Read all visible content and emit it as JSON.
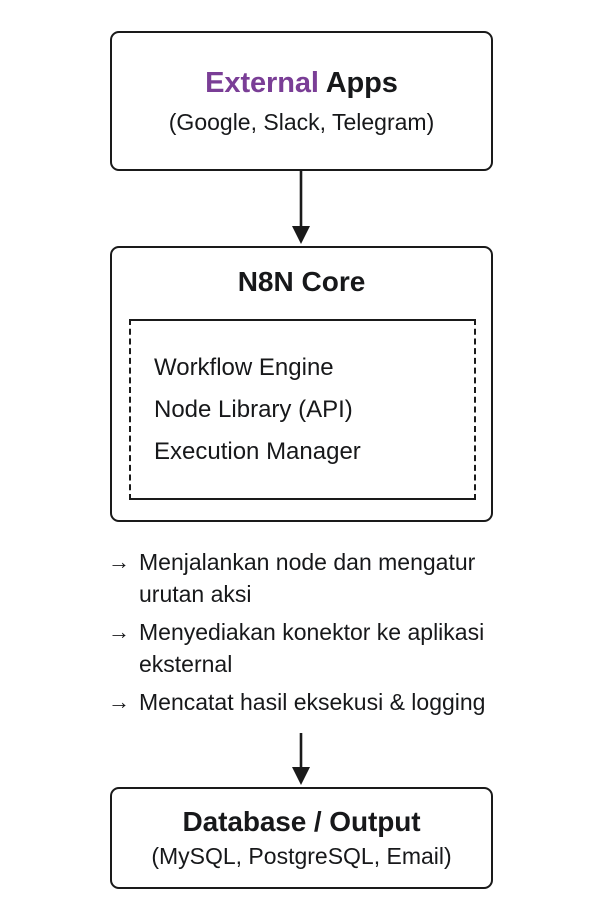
{
  "diagram": {
    "background_color": "#ffffff",
    "accent_color": "#7a3e96",
    "text_color": "#17181a",
    "stroke_color": "#1a1a1a"
  },
  "nodes": {
    "external_apps": {
      "title_accent": "External",
      "title_rest": " Apps",
      "subtitle": "(Google, Slack, Telegram)"
    },
    "n8n_core": {
      "title": "N8N Core",
      "components": [
        "Workflow Engine",
        "Node Library (API)",
        "Execution Manager"
      ]
    },
    "database_output": {
      "title": "Database / Output",
      "subtitle": "(MySQL, PostgreSQL, Email)"
    }
  },
  "features": {
    "marker": "→",
    "items": [
      "Menjalankan node dan mengatur urutan aksi",
      "Menyediakan konektor ke aplikasi eksternal",
      "Mencatat hasil eksekusi & logging"
    ]
  },
  "connectors": [
    {
      "name": "external-apps-to-n8n-core",
      "direction": "down"
    },
    {
      "name": "features-to-database-output",
      "direction": "down"
    }
  ]
}
